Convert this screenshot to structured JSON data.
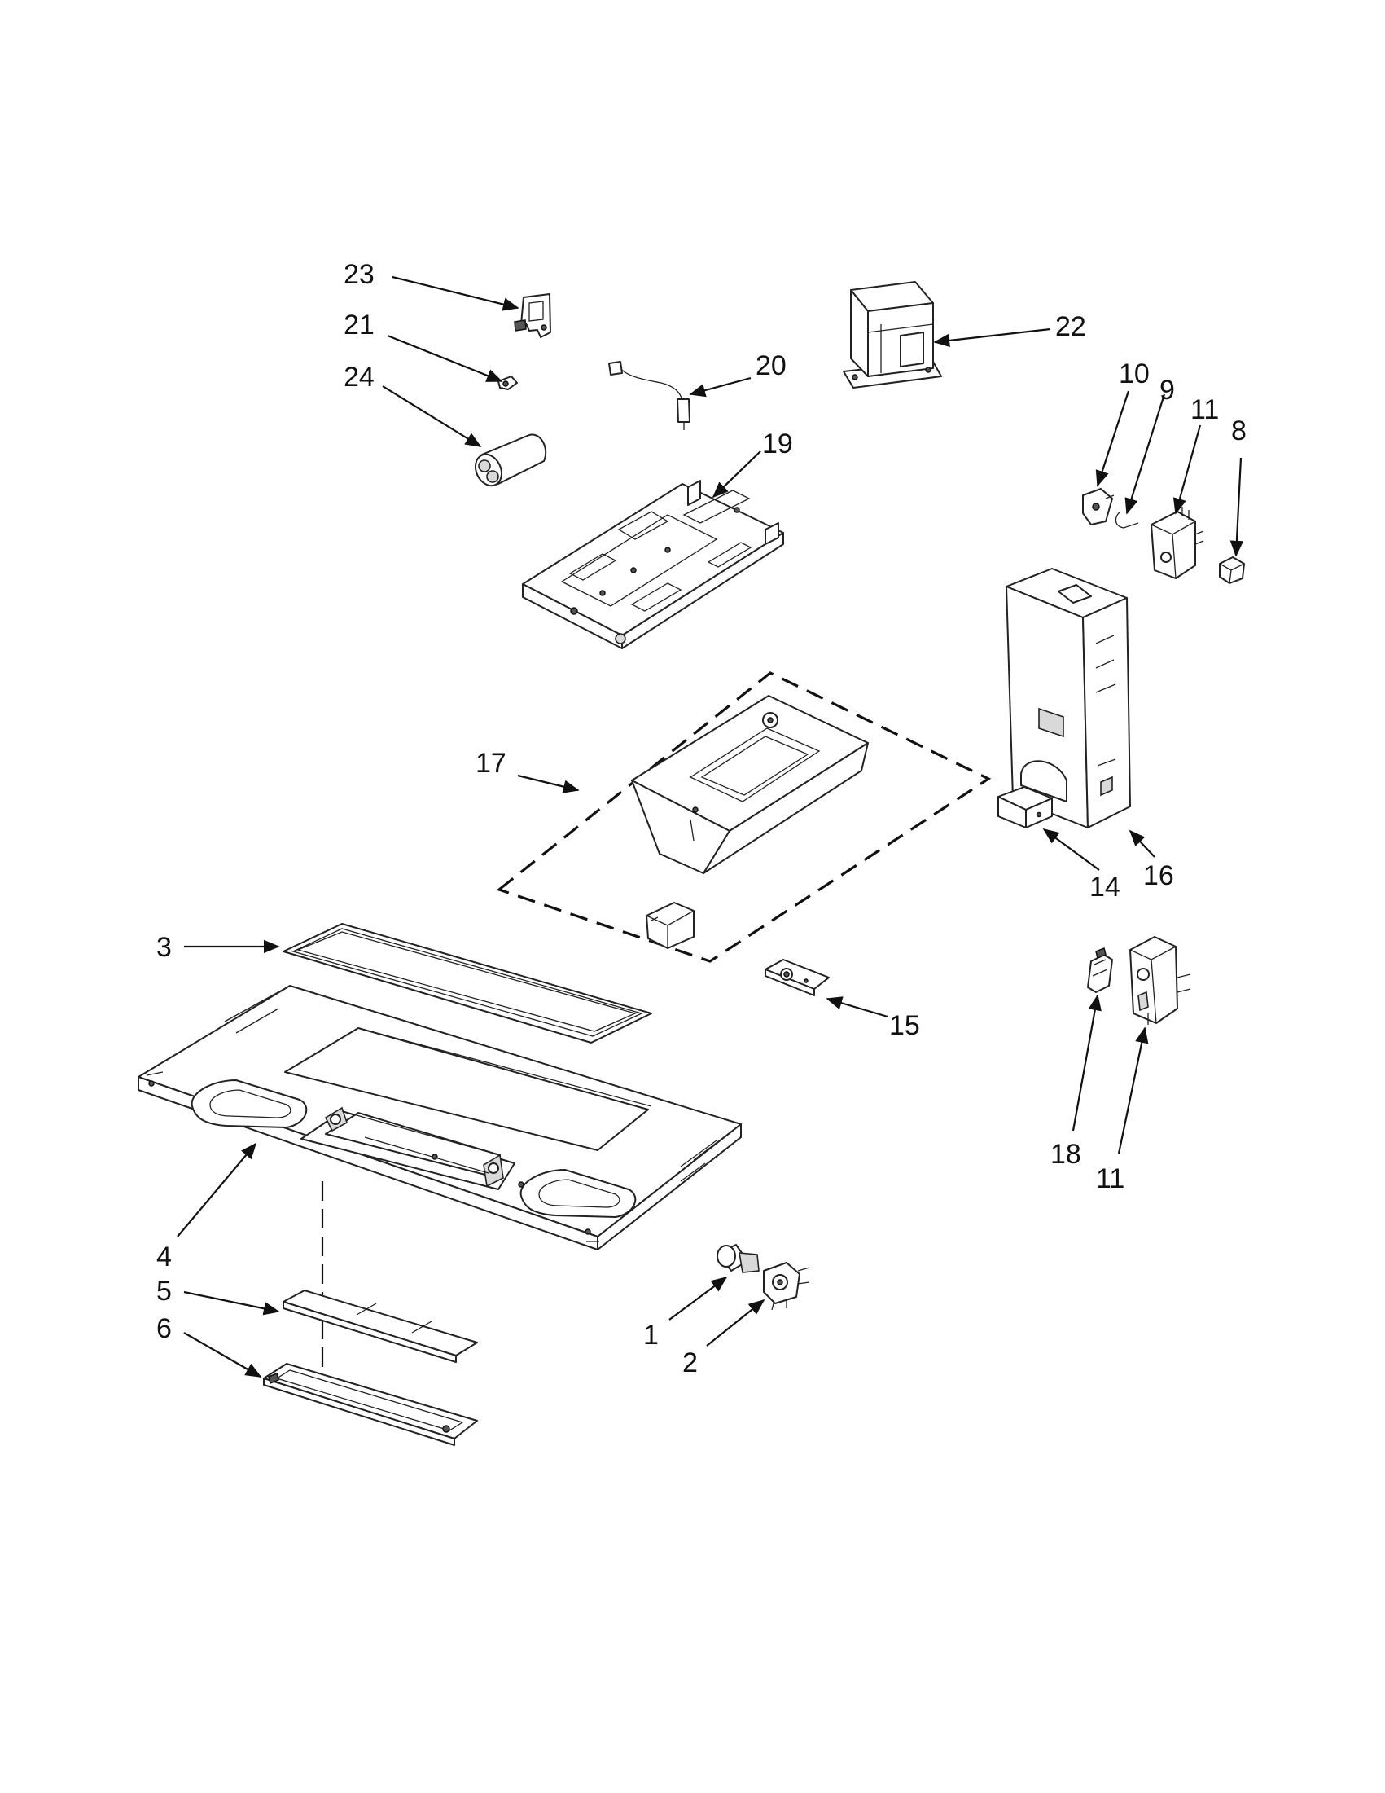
{
  "labels": {
    "p1": "1",
    "p2": "2",
    "p3": "3",
    "p4": "4",
    "p5": "5",
    "p6": "6",
    "p8": "8",
    "p9": "9",
    "p10": "10",
    "p11_top": "11",
    "p11_bottom": "11",
    "p14": "14",
    "p15": "15",
    "p16": "16",
    "p17": "17",
    "p18": "18",
    "p19": "19",
    "p20": "20",
    "p21": "21",
    "p22": "22",
    "p23": "23",
    "p24": "24"
  }
}
